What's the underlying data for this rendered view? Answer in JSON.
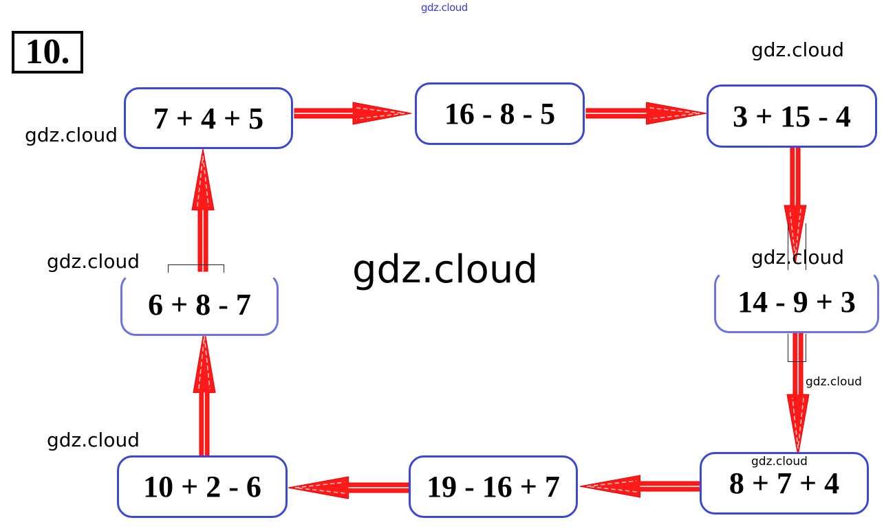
{
  "task": {
    "number": "10."
  },
  "watermarks": {
    "top": "gdz.cloud",
    "top_right": "gdz.cloud",
    "left_upper": "gdz.cloud",
    "left_middle": "gdz.cloud",
    "center": "gdz.cloud",
    "right_middle": "gdz.cloud",
    "right_arrow": "gdz.cloud",
    "bottom_right_box": "gdz.cloud",
    "left_lower": "gdz.cloud"
  },
  "expressions": [
    {
      "id": "e1",
      "text": "7 + 4 + 5"
    },
    {
      "id": "e2",
      "text": "16 - 8 - 5"
    },
    {
      "id": "e3",
      "text": "3 + 15 - 4"
    },
    {
      "id": "e4",
      "text": "14 - 9 + 3"
    },
    {
      "id": "e5",
      "text": "8 + 7 + 4"
    },
    {
      "id": "e6",
      "text": "19 - 16 + 7"
    },
    {
      "id": "e7",
      "text": "10 + 2 - 6"
    },
    {
      "id": "e8",
      "text": "6 + 8 - 7"
    }
  ],
  "colors": {
    "arrow": "#ff1a1a",
    "box_border": "#3b47d4",
    "top_watermark": "#3a3ad0"
  }
}
